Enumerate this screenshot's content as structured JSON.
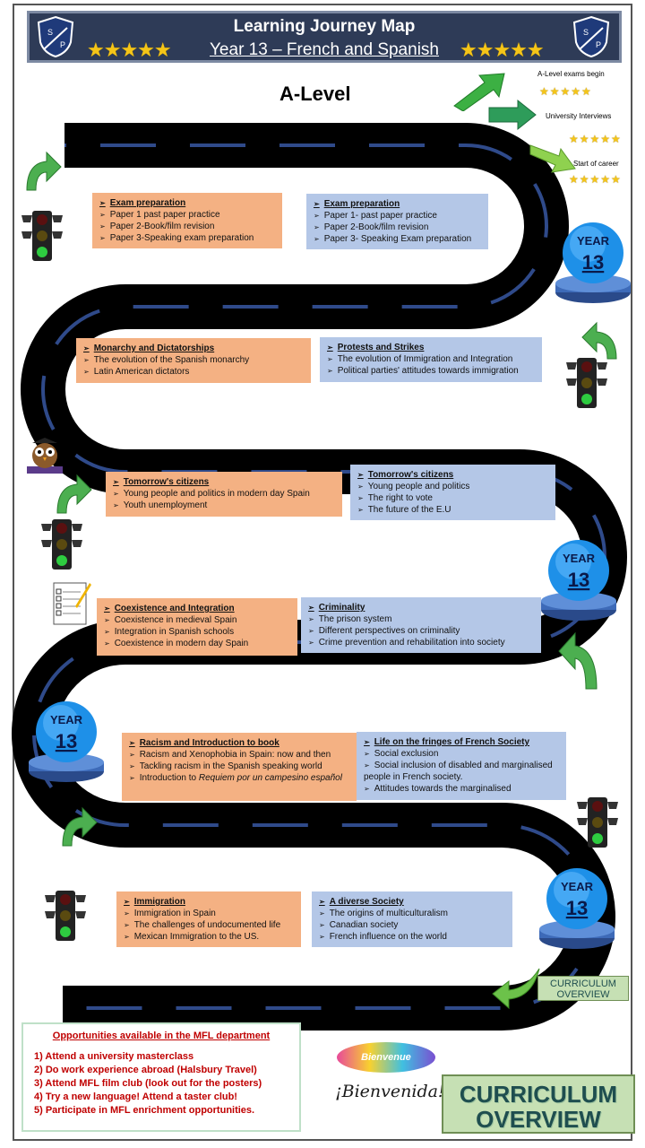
{
  "header": {
    "title": "Learning Journey Map",
    "subtitle": "Year 13 – French and Spanish",
    "crest_letters": [
      "S",
      "P"
    ]
  },
  "stars": "★★★★★",
  "section_title": "A-Level",
  "milestones": [
    {
      "label": "A-Level exams begin",
      "stars": "★★★★★"
    },
    {
      "label": "University Interviews",
      "stars": "★★★★★"
    },
    {
      "label": "Start of career",
      "stars": "★★★★★"
    }
  ],
  "year_badge": {
    "word": "YEAR",
    "number": "13"
  },
  "boxes": [
    {
      "heading": "Exam preparation",
      "items": [
        "Paper 1 past paper practice",
        "Paper 2-Book/film revision",
        "Paper 3-Speaking exam preparation"
      ]
    },
    {
      "heading": "Exam preparation",
      "items": [
        "Paper 1- past paper practice",
        "Paper 2-Book/film revision",
        "Paper 3- Speaking Exam preparation"
      ]
    },
    {
      "heading": "Monarchy and Dictatorships",
      "items": [
        "The evolution of the Spanish monarchy",
        "Latin American dictators"
      ]
    },
    {
      "heading": "Protests and Strikes",
      "items": [
        "The evolution of Immigration and Integration",
        "Political parties' attitudes towards immigration"
      ]
    },
    {
      "heading": "Tomorrow's citizens",
      "items": [
        "Young people and politics in modern day Spain",
        "Youth unemployment"
      ]
    },
    {
      "heading": "Tomorrow's citizens",
      "items": [
        "Young people and politics",
        "The right to vote",
        "The future of the E.U"
      ]
    },
    {
      "heading": "Coexistence and Integration",
      "items": [
        "Coexistence in medieval Spain",
        "Integration in Spanish schools",
        "Coexistence in modern day Spain"
      ]
    },
    {
      "heading": "Criminality",
      "items": [
        "The prison system",
        "Different perspectives on criminality",
        "Crime prevention and rehabilitation into society"
      ]
    },
    {
      "heading": "Racism and Introduction to book",
      "items": [
        "Racism and Xenophobia in Spain: now and then",
        "Tackling racism in the Spanish speaking world"
      ],
      "last_prefix": "Introduction to ",
      "last_italic": "Requiem por un campesino español"
    },
    {
      "heading": "Life on the fringes of French Society",
      "items": [
        "Social exclusion",
        "Social inclusion of disabled and marginalised people in French society.",
        "Attitudes towards the marginalised"
      ]
    },
    {
      "heading": "Immigration",
      "items": [
        "Immigration in Spain",
        "The challenges of undocumented life",
        "Mexican Immigration to the US."
      ]
    },
    {
      "heading": "A diverse Society",
      "items": [
        "The origins of multiculturalism",
        "Canadian society",
        "French influence on the world"
      ]
    }
  ],
  "curriculum_small": {
    "line1": "CURRICULUM",
    "line2": "OVERVIEW"
  },
  "curriculum_big": {
    "line1": "CURRICULUM",
    "line2": "OVERVIEW"
  },
  "opportunities": {
    "heading": "Opportunities available in the MFL department",
    "items": [
      "1) Attend a university masterclass",
      "2) Do work experience abroad (Halsbury Travel)",
      "3) Attend MFL film club (look out for the posters)",
      "4) Try a new language!  Attend a taster club!",
      "5) Participate in MFL enrichment opportunities."
    ]
  },
  "welcome": {
    "word1": "Bienvenue",
    "word2": "¡Bienvenida!"
  },
  "colors": {
    "header_bg": "#2e3b57",
    "orange_box": "#f4b183",
    "blue_box": "#b4c7e7",
    "road": "#000000",
    "lane": "#2f4a8a",
    "opps_text": "#c00000",
    "curriculum_bg": "#c6e0b4"
  }
}
